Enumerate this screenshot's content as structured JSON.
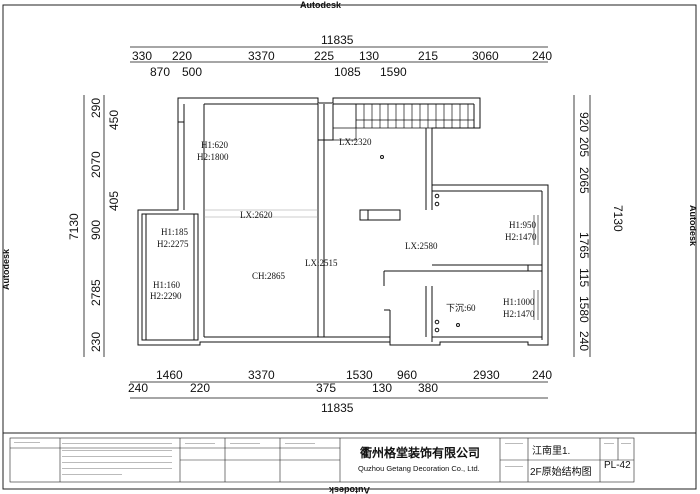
{
  "watermark": "Autodesk",
  "dimensions": {
    "top_total": "11835",
    "top_upper": [
      "330",
      "220",
      "3370",
      "225",
      "130",
      "215",
      "3060",
      "240"
    ],
    "top_lower": [
      "870",
      "500",
      "1085",
      "1590"
    ],
    "bottom_upper": [
      "1460",
      "3370",
      "1530",
      "960",
      "2930",
      "240"
    ],
    "bottom_lower": [
      "240",
      "220",
      "375",
      "130",
      "380"
    ],
    "bottom_total": "11835",
    "left_total": "7130",
    "left_segments": [
      "290",
      "450",
      "2070",
      "405",
      "900",
      "2785",
      "230"
    ],
    "right_total": "7130",
    "right_segments": [
      "920",
      "205",
      "2065",
      "1765",
      "115",
      "1580",
      "240"
    ]
  },
  "rooms": [
    {
      "id": "r1",
      "lines": [
        "H1:620",
        "H2:1800"
      ]
    },
    {
      "id": "r2",
      "lines": [
        "LX:2320"
      ]
    },
    {
      "id": "r3",
      "lines": [
        "LX:2620"
      ]
    },
    {
      "id": "r4",
      "lines": [
        "H1:185",
        "H2:2275"
      ]
    },
    {
      "id": "r5",
      "lines": [
        "H1:160",
        "H2:2290"
      ]
    },
    {
      "id": "r6",
      "lines": [
        "CH:2865"
      ]
    },
    {
      "id": "r7",
      "lines": [
        "LX:2515"
      ]
    },
    {
      "id": "r8",
      "lines": [
        "LX:2580"
      ]
    },
    {
      "id": "r9",
      "lines": [
        "H1:950",
        "H2:1470"
      ]
    },
    {
      "id": "r10",
      "lines": [
        "下沉:60"
      ]
    },
    {
      "id": "r11",
      "lines": [
        "H1:1000",
        "H2:1470"
      ]
    }
  ],
  "title_block": {
    "company_cn": "衢州格堂装饰有限公司",
    "company_en": "Quzhou Getang Decoration Co., Ltd.",
    "project": "江南里1.",
    "drawing_title": "2F原始结构图",
    "drawing_no": "PL-42"
  }
}
